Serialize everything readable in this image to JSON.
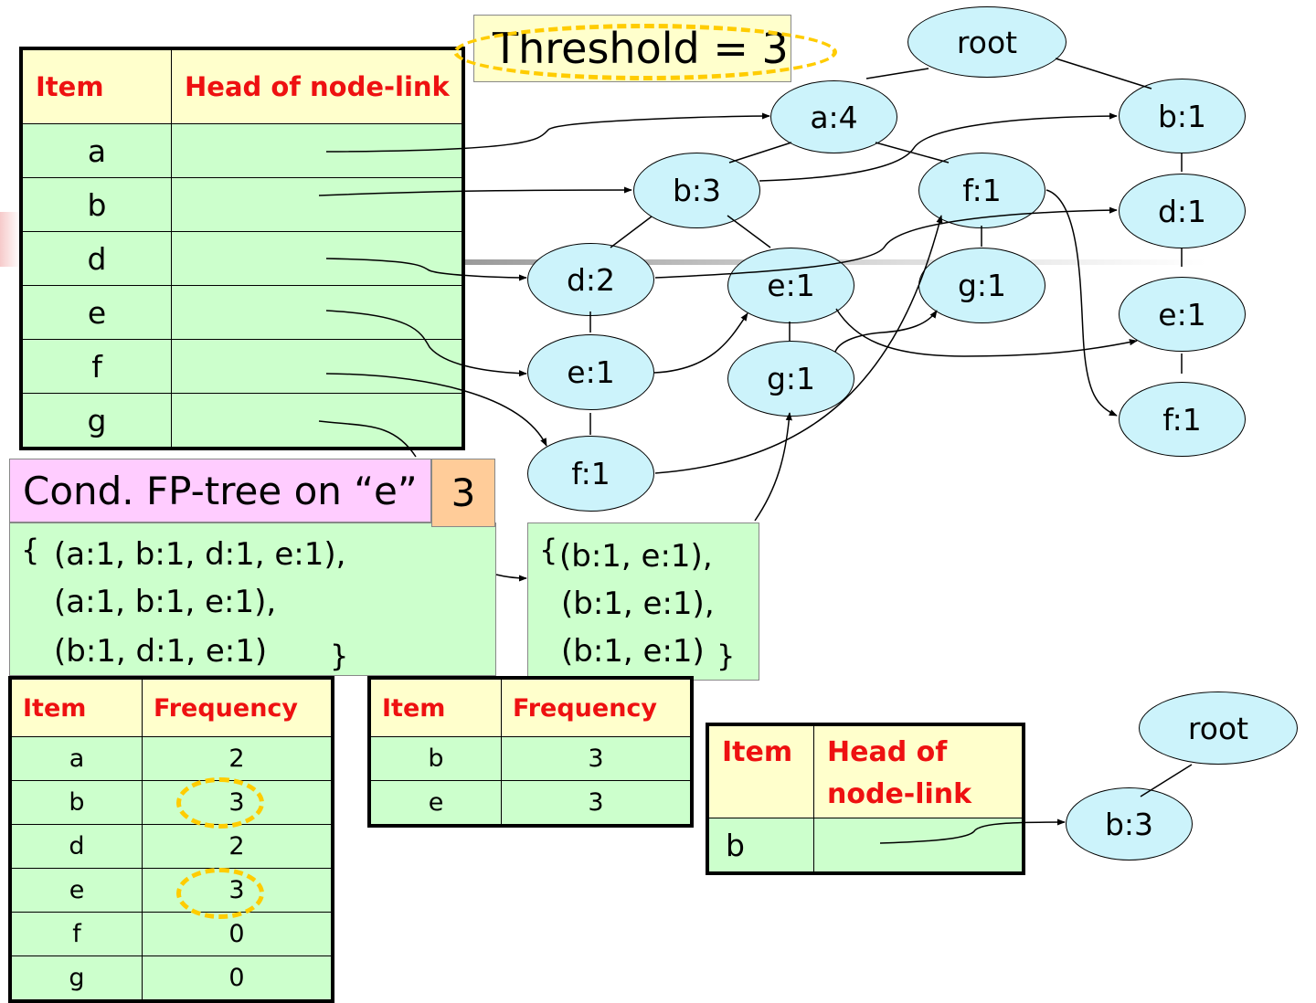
{
  "threshold_label": "Threshold = 3",
  "header_table": {
    "col_item": "Item",
    "col_head": "Head of node-link",
    "items": [
      "a",
      "b",
      "d",
      "e",
      "f",
      "g"
    ]
  },
  "main_tree": {
    "root": "root",
    "nodes": {
      "a4": "a:4",
      "b3": "b:3",
      "f1_top": "f:1",
      "d2": "d:2",
      "e1_mid": "e:1",
      "g1_mid": "g:1",
      "e1_left": "e:1",
      "g1_low": "g:1",
      "f1_low": "f:1",
      "b1_r": "b:1",
      "d1_r": "d:1",
      "e1_r": "e:1",
      "f1_r": "f:1"
    }
  },
  "cond_tree": {
    "title": "Cond. FP-tree on “e”",
    "count": "3",
    "patterns": [
      "(a:1, b:1, d:1, e:1),",
      "(a:1, b:1, e:1),",
      "(b:1, d:1, e:1)"
    ],
    "open_brace": "{",
    "close_brace": "}"
  },
  "freq_table_1": {
    "col_item": "Item",
    "col_freq": "Frequency",
    "rows": [
      {
        "item": "a",
        "freq": "2"
      },
      {
        "item": "b",
        "freq": "3"
      },
      {
        "item": "d",
        "freq": "2"
      },
      {
        "item": "e",
        "freq": "3"
      },
      {
        "item": "f",
        "freq": "0"
      },
      {
        "item": "g",
        "freq": "0"
      }
    ]
  },
  "filtered_box": {
    "patterns": [
      "(b:1, e:1),",
      "(b:1, e:1),",
      "(b:1, e:1)"
    ],
    "open_brace": "{",
    "close_brace": "}"
  },
  "freq_table_2": {
    "col_item": "Item",
    "col_freq": "Frequency",
    "rows": [
      {
        "item": "b",
        "freq": "3"
      },
      {
        "item": "e",
        "freq": "3"
      }
    ]
  },
  "small_header": {
    "col_item": "Item",
    "col_head_line1": "Head of",
    "col_head_line2": "node-link",
    "item": "b"
  },
  "small_tree": {
    "root": "root",
    "node": "b:3"
  },
  "colors": {
    "node_fill": "#ccf3fb",
    "header_fill": "#ffffcc",
    "header_text": "#ee1111",
    "cell_fill": "#ccffcc",
    "title_fill": "#ffccff",
    "count_fill": "#ffcc99",
    "dash": "#ffcc00"
  }
}
